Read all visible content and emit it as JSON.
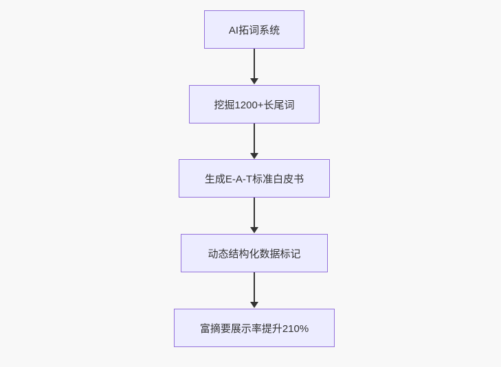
{
  "diagram": {
    "type": "flowchart",
    "direction": "top-down",
    "nodes": [
      {
        "label": "AI拓词系统"
      },
      {
        "label": "挖掘1200+长尾词"
      },
      {
        "label": "生成E-A-T标准白皮书"
      },
      {
        "label": "动态结构化数据标记"
      },
      {
        "label": "富摘要展示率提升210%"
      }
    ],
    "edges": [
      {
        "from": 0,
        "to": 1
      },
      {
        "from": 1,
        "to": 2
      },
      {
        "from": 2,
        "to": 3
      },
      {
        "from": 3,
        "to": 4
      }
    ]
  },
  "colors": {
    "background": "#f8f8f8",
    "node_fill": "#ececff",
    "node_border": "#9370db",
    "node_text": "#333333",
    "arrow": "#333333"
  }
}
